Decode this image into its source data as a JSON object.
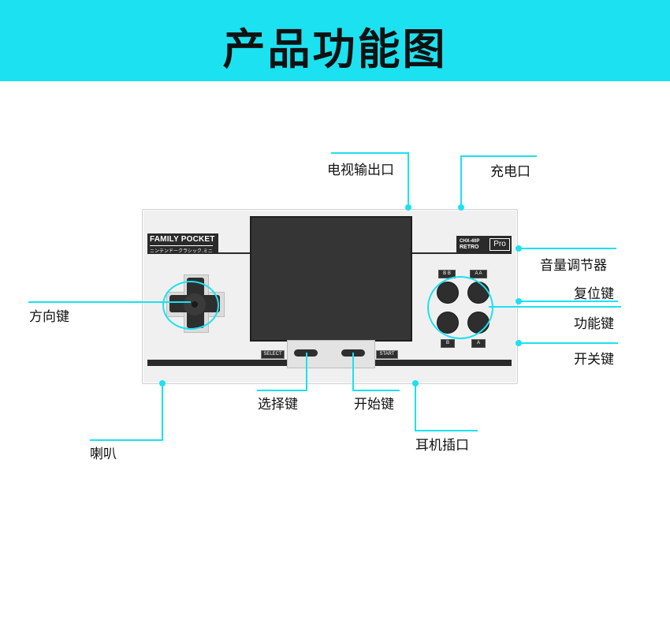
{
  "header": {
    "title": "产品功能图",
    "accent": "#1ce1f0"
  },
  "device": {
    "brand": "FAMILY POCKET",
    "brand_sub": "ニンテンドークラシック.ミニ",
    "model": "CHX-40P",
    "retro": "RETRO",
    "pro": "Pro",
    "button_labels": {
      "bb": "B B",
      "aa": "A A",
      "b": "B",
      "a": "A",
      "select": "SELECT",
      "start": "START"
    }
  },
  "callouts": {
    "tv_out": "电视输出口",
    "charge": "充电口",
    "volume": "音量调节器",
    "reset": "复位键",
    "dpad": "方向键",
    "function": "功能键",
    "power": "开关键",
    "select": "选择键",
    "start": "开始键",
    "speaker": "喇叭",
    "headphone": "耳机插口"
  }
}
